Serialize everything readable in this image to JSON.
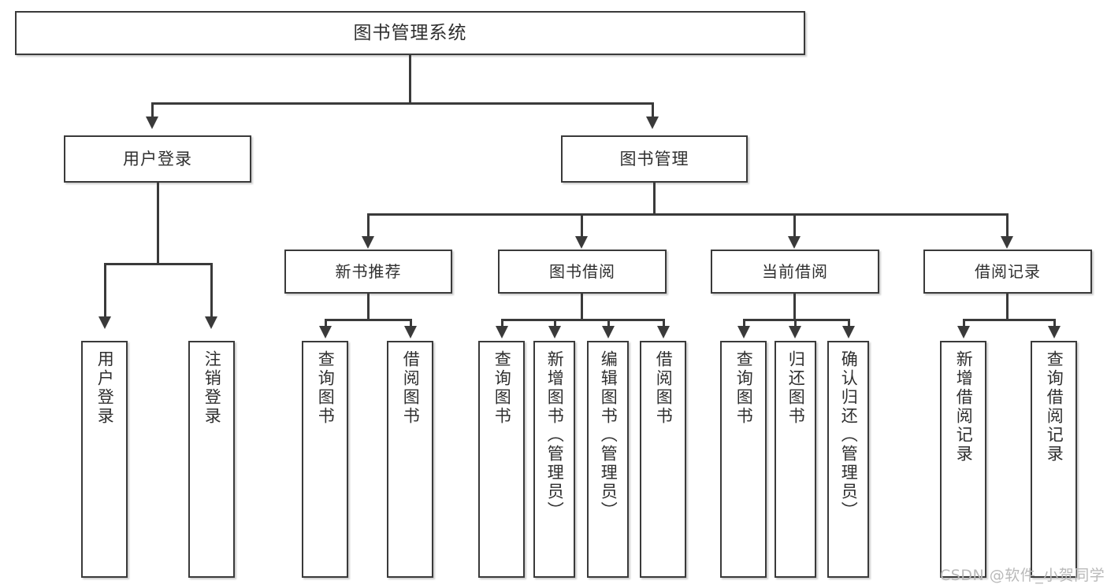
{
  "diagram": {
    "title": "图书管理系统",
    "type": "tree",
    "root": {
      "label": "图书管理系统"
    },
    "level2": [
      {
        "id": "user-login",
        "label": "用户登录"
      },
      {
        "id": "book-manage",
        "label": "图书管理"
      }
    ],
    "level3": [
      {
        "id": "new-book-recommend",
        "label": "新书推荐",
        "parent": "book-manage"
      },
      {
        "id": "book-borrow",
        "label": "图书借阅",
        "parent": "book-manage"
      },
      {
        "id": "current-borrow",
        "label": "当前借阅",
        "parent": "book-manage"
      },
      {
        "id": "borrow-record",
        "label": "借阅记录",
        "parent": "book-manage"
      }
    ],
    "leaves": [
      {
        "id": "leaf-user-login",
        "label": "用户登录",
        "parent": "user-login"
      },
      {
        "id": "leaf-logout",
        "label": "注销登录",
        "parent": "user-login"
      },
      {
        "id": "leaf-query-book-1",
        "label": "查询图书",
        "parent": "new-book-recommend"
      },
      {
        "id": "leaf-borrow-book-1",
        "label": "借阅图书",
        "parent": "new-book-recommend"
      },
      {
        "id": "leaf-query-book-2",
        "label": "查询图书",
        "parent": "book-borrow"
      },
      {
        "id": "leaf-add-book",
        "label": "新增图书（管理员）",
        "parent": "book-borrow"
      },
      {
        "id": "leaf-edit-book",
        "label": "编辑图书（管理员）",
        "parent": "book-borrow"
      },
      {
        "id": "leaf-borrow-book-2",
        "label": "借阅图书",
        "parent": "book-borrow"
      },
      {
        "id": "leaf-query-book-3",
        "label": "查询图书",
        "parent": "current-borrow"
      },
      {
        "id": "leaf-return-book",
        "label": "归还图书",
        "parent": "current-borrow"
      },
      {
        "id": "leaf-confirm-return",
        "label": "确认归还（管理员）",
        "parent": "current-borrow"
      },
      {
        "id": "leaf-add-record",
        "label": "新增借阅记录",
        "parent": "borrow-record"
      },
      {
        "id": "leaf-query-record",
        "label": "查询借阅记录",
        "parent": "borrow-record"
      }
    ],
    "colors": {
      "box_border": "#3a3a3a",
      "box_fill": "#ffffff",
      "text": "#2f2f2f",
      "connector": "#3a3a3a",
      "watermark": "#b9b9b9"
    }
  },
  "watermark": {
    "text": "CSDN @软件_小贺同学"
  }
}
